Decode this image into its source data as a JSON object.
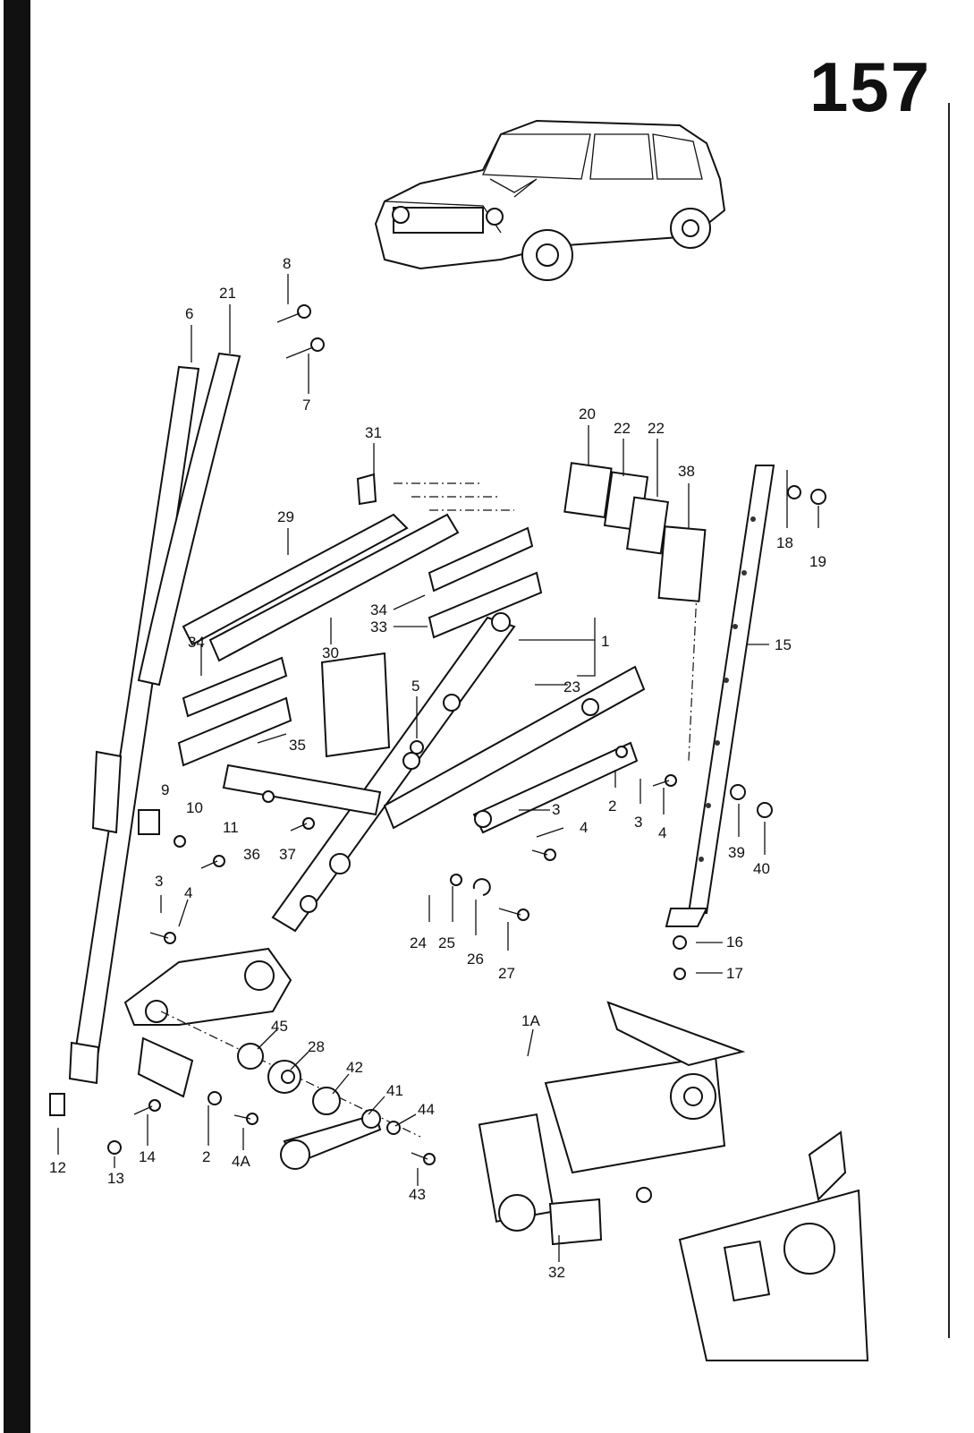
{
  "page_number": "157",
  "callouts": [
    "8",
    "21",
    "6",
    "7",
    "31",
    "20",
    "22",
    "22",
    "38",
    "29",
    "34",
    "33",
    "30",
    "34",
    "5",
    "1",
    "23",
    "35",
    "18",
    "19",
    "15",
    "9",
    "10",
    "11",
    "36",
    "37",
    "2",
    "3",
    "4",
    "3",
    "4",
    "39",
    "40",
    "3",
    "4",
    "24",
    "25",
    "26",
    "27",
    "16",
    "17",
    "1A",
    "45",
    "28",
    "42",
    "41",
    "44",
    "12",
    "13",
    "14",
    "2",
    "4A",
    "43",
    "32"
  ],
  "colors": {
    "ink": "#111111",
    "paper": "#ffffff"
  }
}
